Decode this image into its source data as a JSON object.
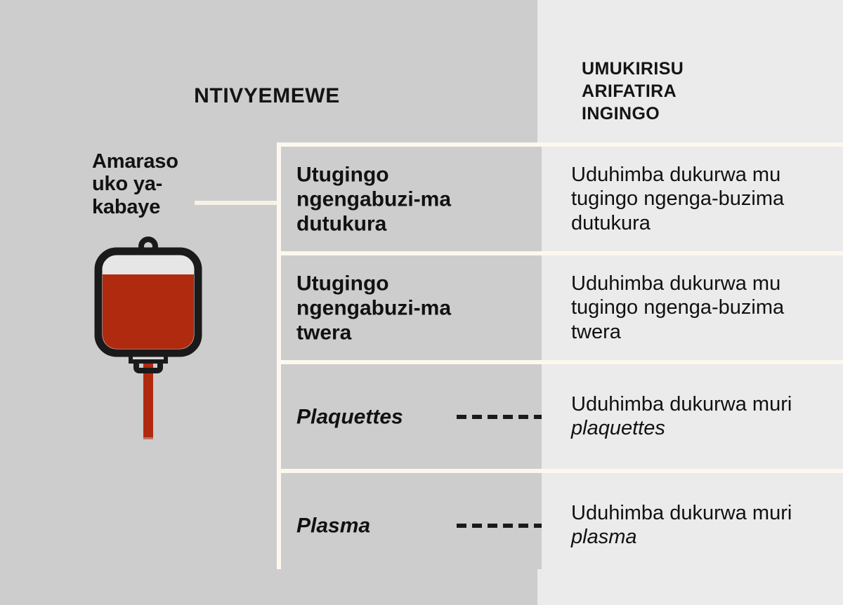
{
  "colors": {
    "bg_left": "#cdcdcd",
    "bg_right": "#ebebeb",
    "table_border": "#fdf8ee",
    "cell_left": "#cdcdcd",
    "cell_right": "#ebebeb",
    "blood_red": "#b02a10",
    "outline_black": "#1a1a1a",
    "text": "#111111"
  },
  "headers": {
    "left": "NTIVYEMEWE",
    "right_line1": "UMUKIRISU",
    "right_line2": "ARIFATIRA",
    "right_line3": "INGINGO"
  },
  "source_label": {
    "line1": "Amaraso",
    "line2": "uko ya-",
    "line3": "kabaye"
  },
  "illustration": {
    "name": "blood-bag",
    "fill_color": "#b02a10",
    "outline_color": "#1a1a1a"
  },
  "rows": [
    {
      "left": "Utugingo ngengabuzi-ma dutukura",
      "left_style": "bold",
      "right_prefix": "Uduhimba dukurwa mu tugingo ngenga-buzima dutukura",
      "right_italic": "",
      "right_suffix": ""
    },
    {
      "left": "Utugingo ngengabuzi-ma twera",
      "left_style": "bold",
      "right_prefix": "Uduhimba dukurwa mu tugingo ngenga-buzima twera",
      "right_italic": "",
      "right_suffix": ""
    },
    {
      "left": "Plaquettes",
      "left_style": "bold-italic",
      "right_prefix": "Uduhimba dukurwa muri ",
      "right_italic": "plaquettes",
      "right_suffix": ""
    },
    {
      "left": "Plasma",
      "left_style": "bold-italic",
      "right_prefix": "Uduhimba dukurwa muri ",
      "right_italic": "plasma",
      "right_suffix": ""
    }
  ]
}
